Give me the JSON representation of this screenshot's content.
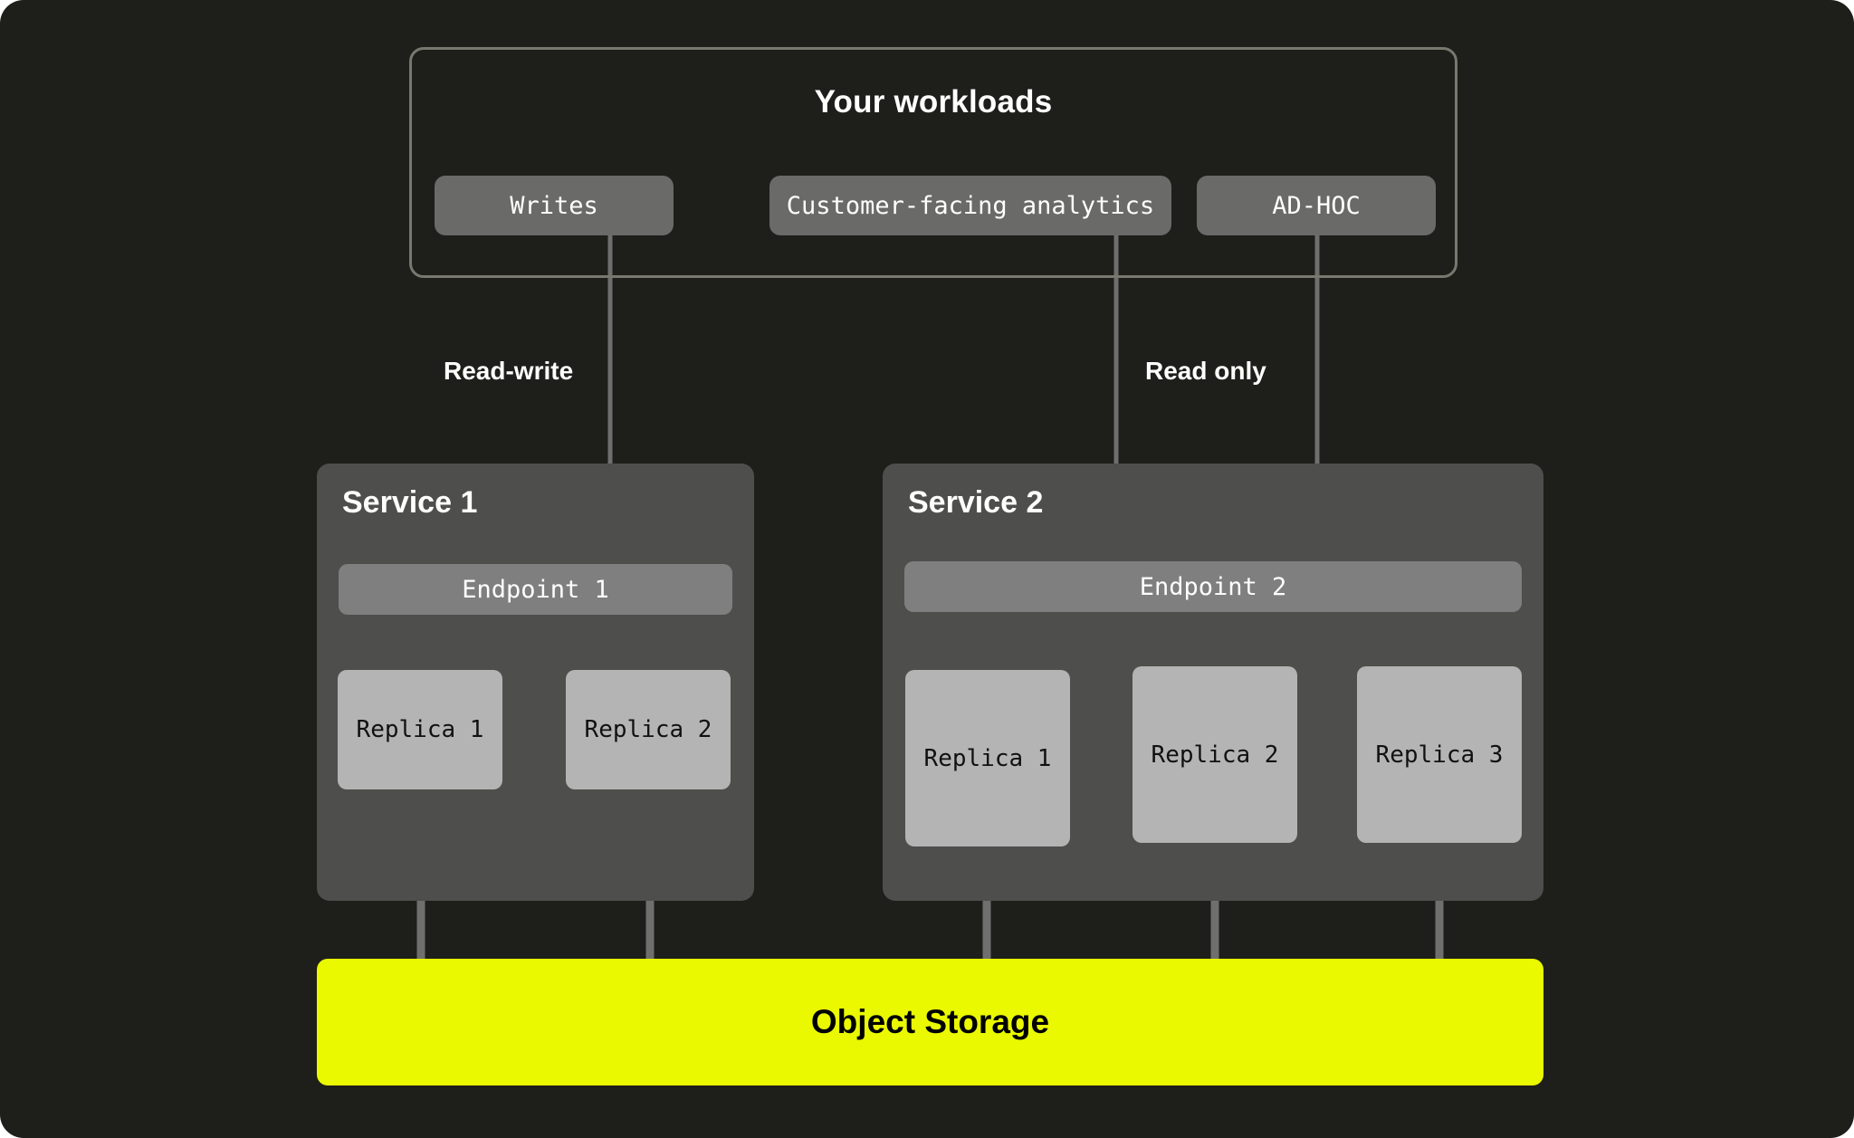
{
  "diagram": {
    "background_color": "#1e1f1a",
    "workloads": {
      "title": "Your workloads",
      "border_color": "#78786f",
      "chips": [
        {
          "label": "Writes"
        },
        {
          "label": "Customer-facing analytics"
        },
        {
          "label": "AD-HOC"
        }
      ]
    },
    "edge_labels": {
      "read_write": "Read-write",
      "read_only": "Read only"
    },
    "services": [
      {
        "title": "Service 1",
        "endpoint": "Endpoint 1",
        "panel_color": "#4e4e4c",
        "endpoint_color": "#7f7f7f",
        "replica_color": "#b4b4b4",
        "replicas": [
          {
            "label": "Replica 1"
          },
          {
            "label": "Replica 2"
          }
        ]
      },
      {
        "title": "Service 2",
        "endpoint": "Endpoint 2",
        "panel_color": "#4e4e4c",
        "endpoint_color": "#7f7f7f",
        "replica_color": "#b4b4b4",
        "replicas": [
          {
            "label": "Replica 1"
          },
          {
            "label": "Replica 2"
          },
          {
            "label": "Replica 3"
          }
        ]
      }
    ],
    "storage": {
      "label": "Object Storage",
      "fill_color": "#eaf800",
      "text_color": "#000000"
    },
    "connector_color": "#6f6f6d"
  }
}
